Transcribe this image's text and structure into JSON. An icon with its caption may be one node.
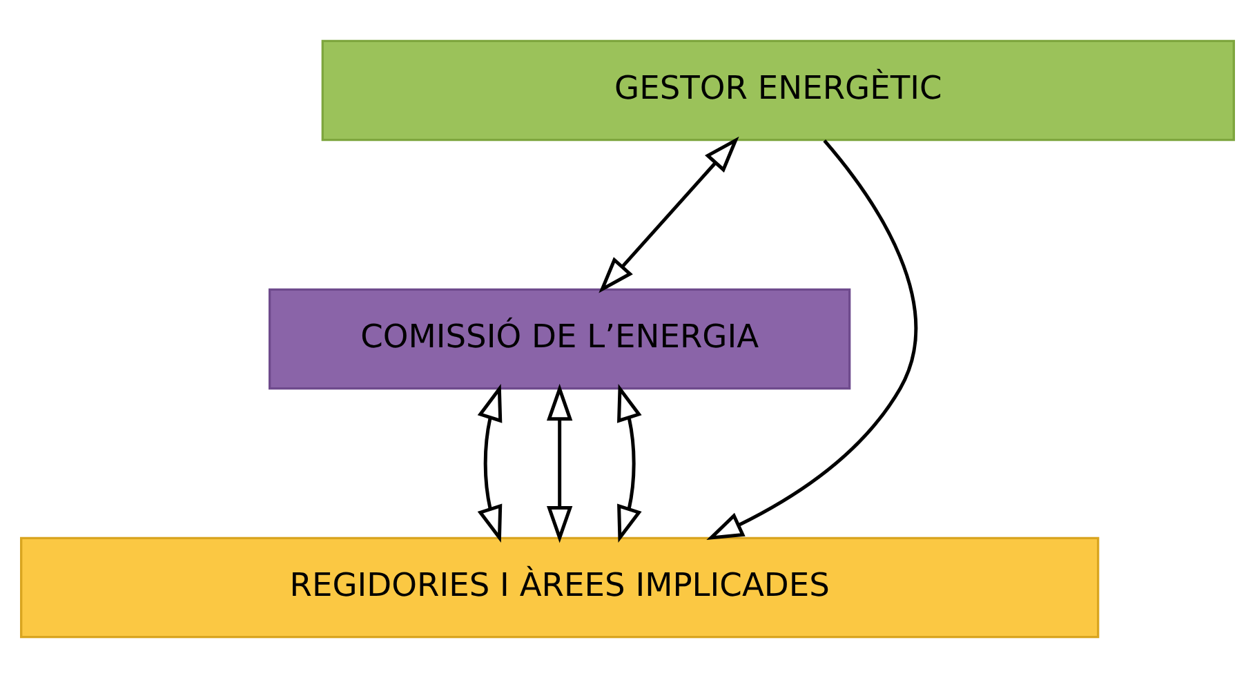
{
  "diagram": {
    "nodes": [
      {
        "text": [
          "GESTOR ENERGÈTIC"
        ]
      },
      {
        "text": [
          "COMISSIÓ DE L’ENERGIA"
        ]
      },
      {
        "text": [
          "REGIDORIES I ÀREES IMPLICADES"
        ]
      }
    ],
    "edges": [
      {
        "from": 0,
        "to": 1,
        "arrow": "both"
      },
      {
        "from": 1,
        "to": 2,
        "arrow": "both"
      },
      {
        "from": 1,
        "to": 2,
        "arrow": "both"
      },
      {
        "from": 1,
        "to": 2,
        "arrow": "both"
      },
      {
        "from": 0,
        "to": 2,
        "arrow": "to"
      }
    ]
  }
}
